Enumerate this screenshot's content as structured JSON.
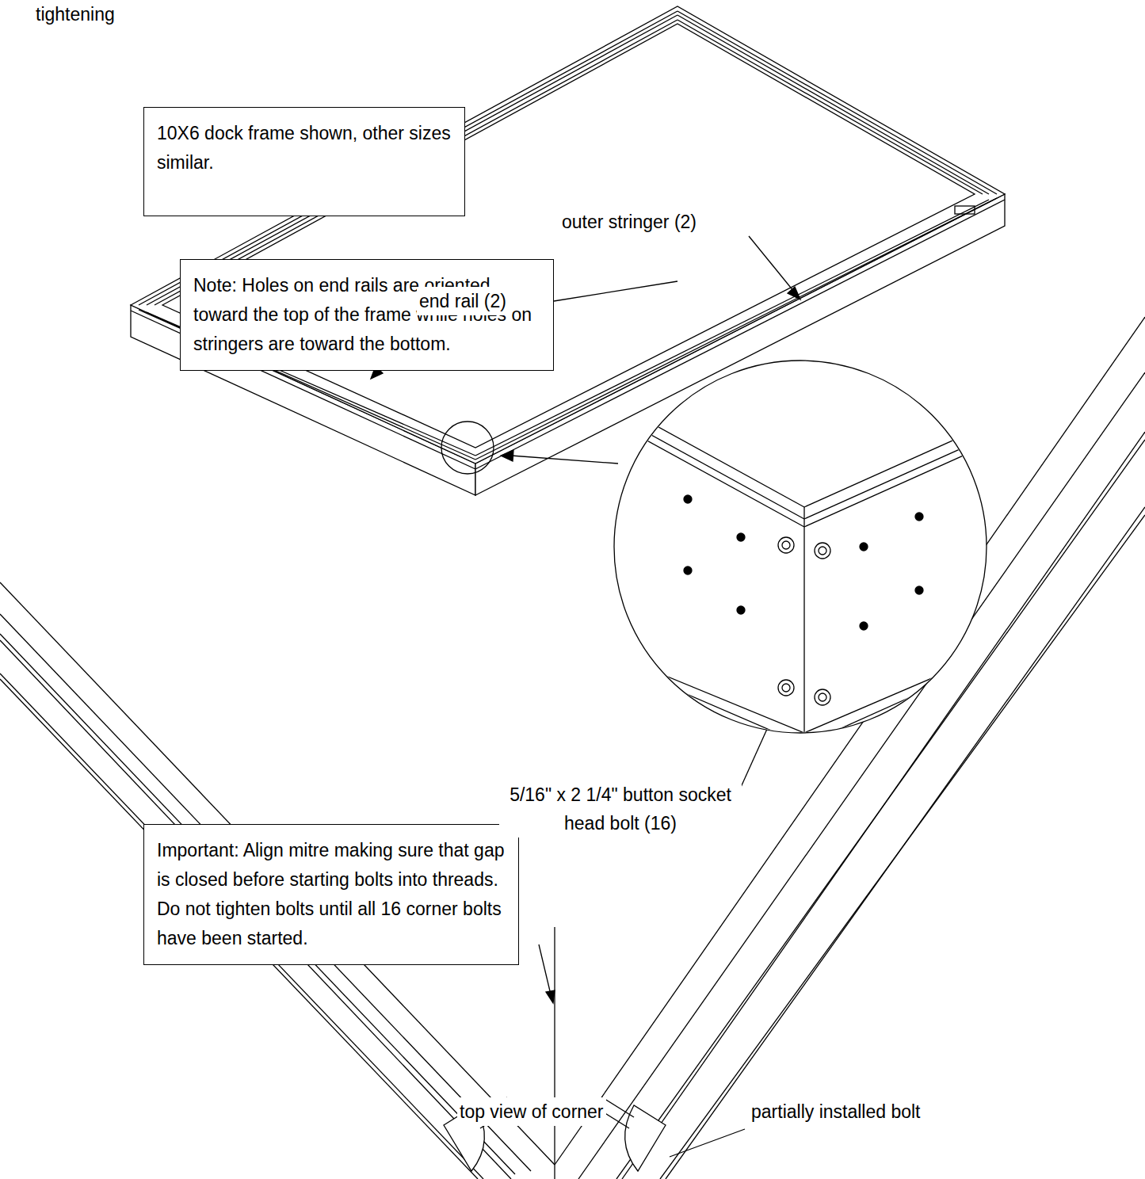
{
  "diagram": {
    "nodes": [
      {
        "text": [
          "10X6 dock frame shown, other sizes similar."
        ]
      },
      {
        "text": [
          "Note:  Holes on end rails are oriented toward the top of the frame while holes on stringers are toward the bottom."
        ]
      },
      {
        "text": [
          "Important:  Align mitre making sure that gap is closed before starting bolts into threads.  Do not tighten bolts until all 16 corner bolts have been started."
        ]
      }
    ],
    "labels": [
      "tightening",
      "outer stringer (2)",
      "end rail (2)",
      "5/16\" x 2 1/4\" button socket head bolt (16)",
      "top view of corner",
      "partially installed bolt"
    ]
  }
}
